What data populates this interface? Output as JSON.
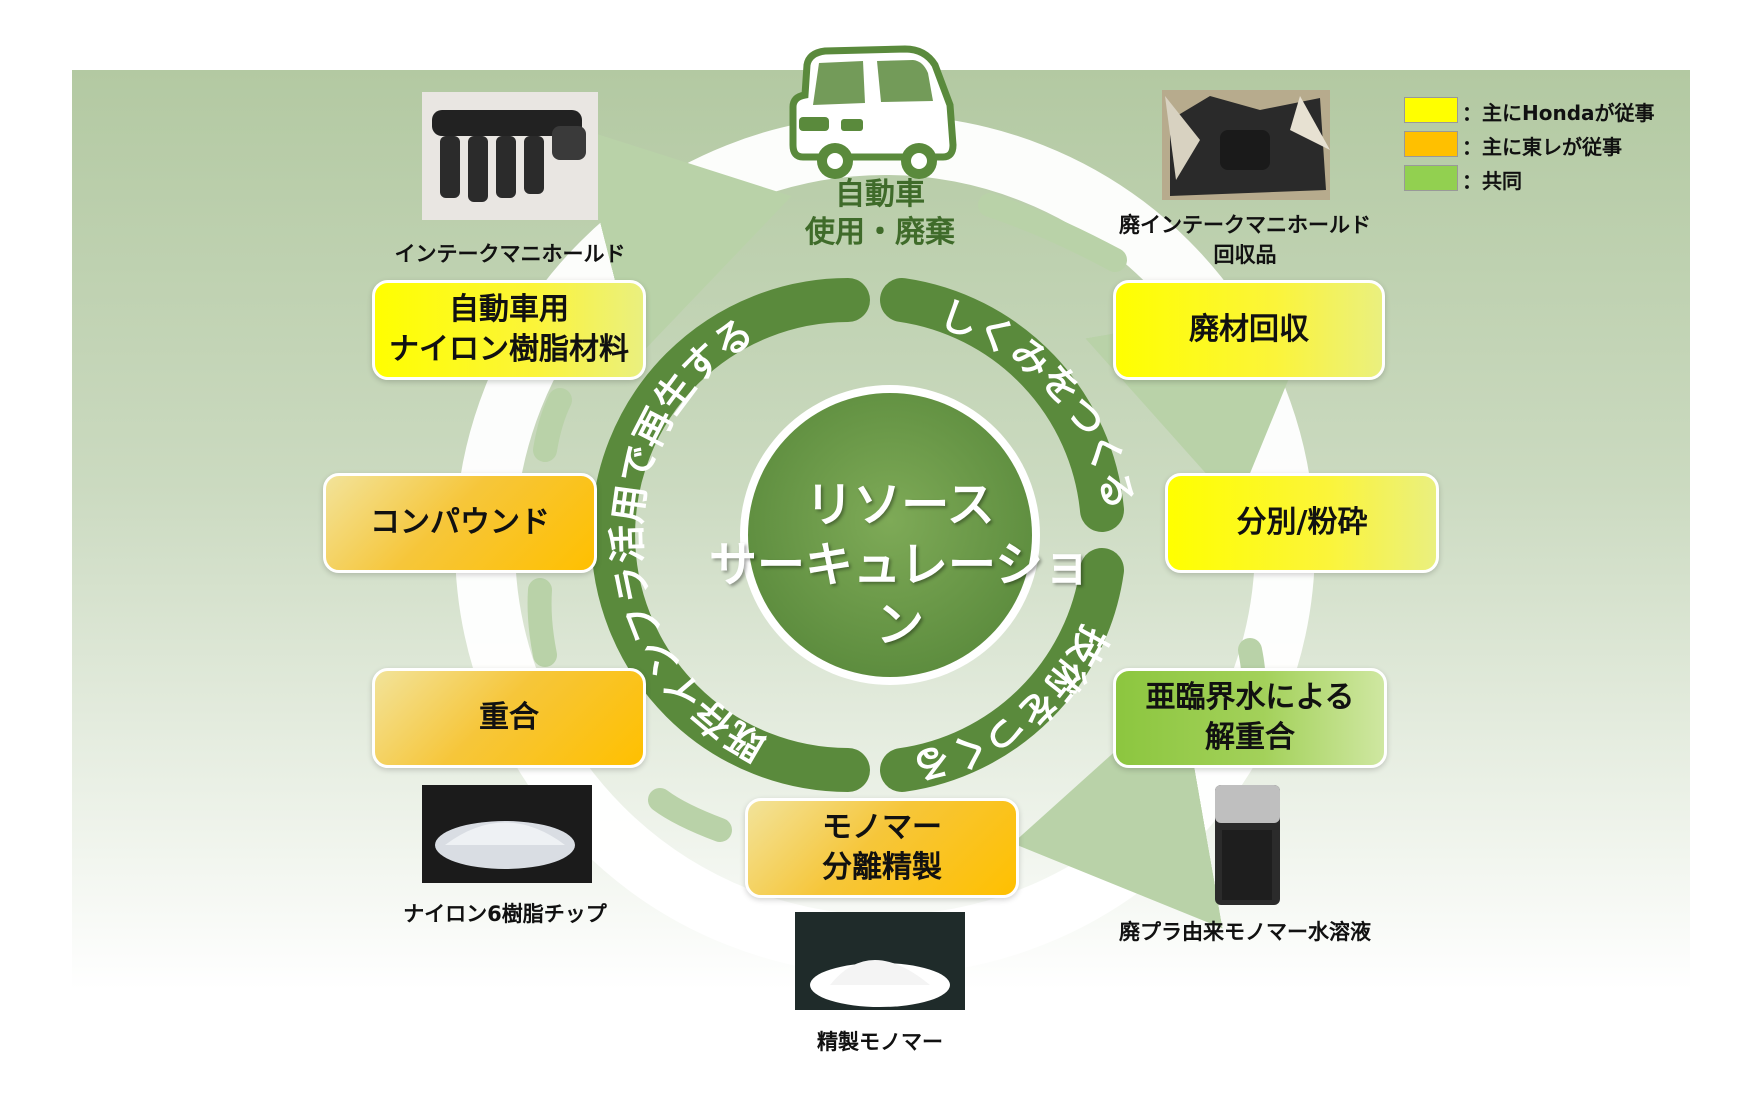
{
  "legend": [
    {
      "label": "：主にHondaが従事",
      "color": "#ffff00"
    },
    {
      "label": "：主に東レが従事",
      "color": "#ffc000"
    },
    {
      "label": "：共同",
      "color": "#92d050"
    }
  ],
  "top_node": {
    "line1": "自動車",
    "line2": "使用・廃棄"
  },
  "center": {
    "line1": "リソース",
    "line2": "サーキュレーション"
  },
  "ring_labels": {
    "right_top": "しくみをつくる",
    "right_bottom": "技術をつくる",
    "left": "既存インフラ活用で再生する"
  },
  "steps": {
    "waste_collection": "廃材回収",
    "sorting": "分別/粉砕",
    "depolymerization": "亜臨界水による\n解重合",
    "monomer_separation": "モノマー\n分離精製",
    "polymerization": "重合",
    "compound": "コンパウンド",
    "nylon_material": "自動車用\nナイロン樹脂材料"
  },
  "photo_captions": {
    "intake_manifold": "インテークマニホールド",
    "waste_manifold_line1": "廃インテークマニホールド",
    "waste_manifold_line2": "回収品",
    "monomer_solution": "廃プラ由来モノマー水溶液",
    "purified_monomer": "精製モノマー",
    "nylon_chips": "ナイロン6樹脂チップ"
  },
  "colors": {
    "ring": "#5a8a3c",
    "arrow": "#b9d2a8",
    "outer_ring": "#ffffff",
    "background": "#b5cca5"
  }
}
